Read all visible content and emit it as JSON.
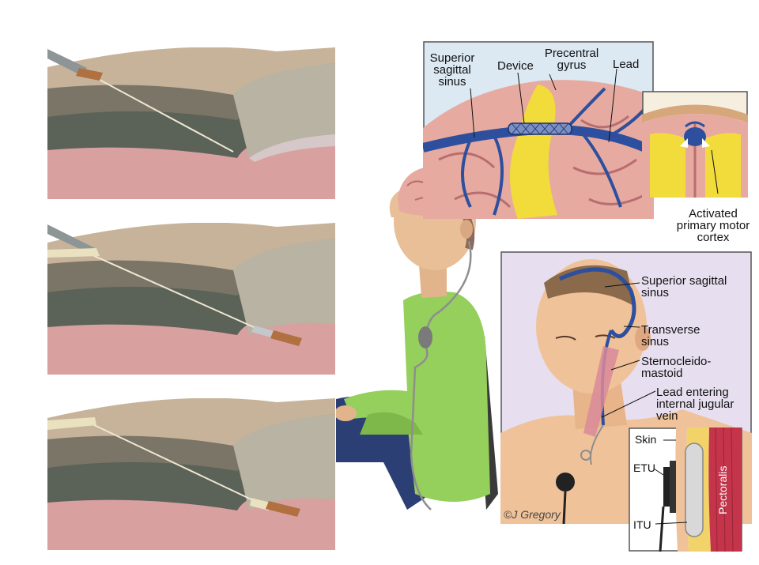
{
  "figure": {
    "top_labels": {
      "superior_sagittal_sinus": "Superior\nsagittal\nsinus",
      "device": "Device",
      "precentral_gyrus": "Precentral\ngyrus",
      "lead": "Lead",
      "activated_cortex": "Activated\nprimary motor\ncortex"
    },
    "bottom_labels": {
      "superior_sagittal_sinus": "Superior sagittal\nsinus",
      "transverse_sinus": "Transverse\nsinus",
      "sternocleidomastoid": "Sternocleido-\nmastoid",
      "lead_entering_vein": "Lead entering\ninternal jugular\nvein",
      "skin": "Skin",
      "etu": "ETU",
      "itu": "ITU",
      "pectoralis": "Pectoralis"
    },
    "credit": "©J Gregory"
  },
  "colors": {
    "vessel": "#2d4f9e",
    "gyrus_highlight": "#f2dc3c",
    "brain": "#e7aaa0",
    "shirt": "#95cf5c",
    "pants": "#2c3f75",
    "skin": "#f0c29a"
  }
}
